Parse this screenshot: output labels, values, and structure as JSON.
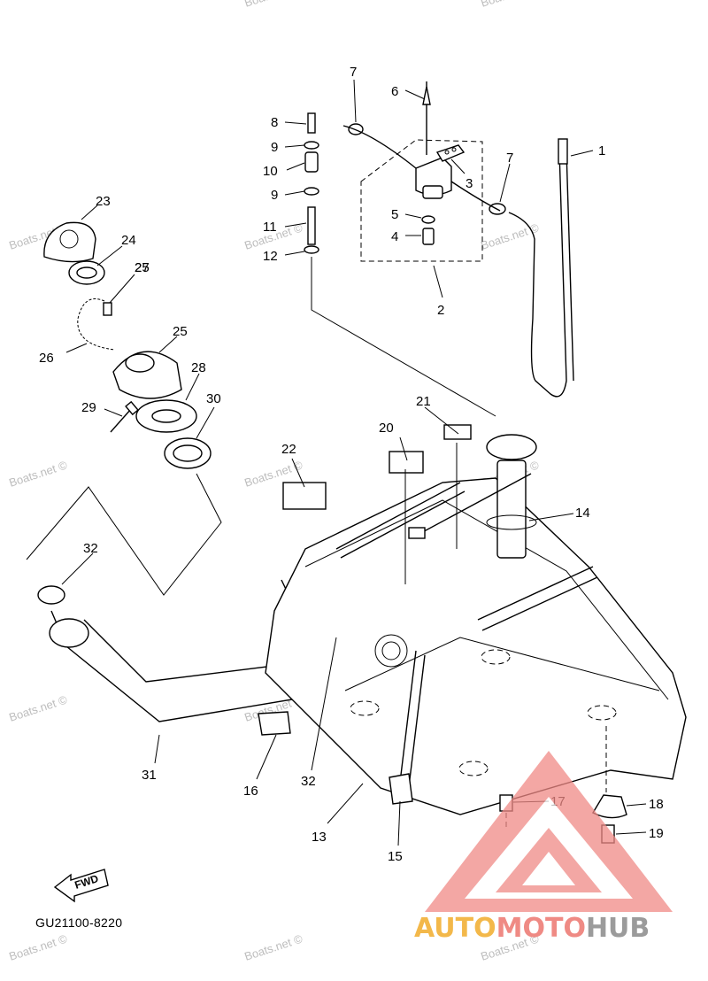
{
  "callouts": [
    {
      "id": "c1",
      "label": "1"
    },
    {
      "id": "c2",
      "label": "2"
    },
    {
      "id": "c3",
      "label": "3"
    },
    {
      "id": "c4",
      "label": "4"
    },
    {
      "id": "c5",
      "label": "5"
    },
    {
      "id": "c6",
      "label": "6"
    },
    {
      "id": "c7a",
      "label": "7"
    },
    {
      "id": "c7b",
      "label": "7"
    },
    {
      "id": "c8",
      "label": "8"
    },
    {
      "id": "c9a",
      "label": "9"
    },
    {
      "id": "c9b",
      "label": "9"
    },
    {
      "id": "c10",
      "label": "10"
    },
    {
      "id": "c11",
      "label": "11"
    },
    {
      "id": "c12",
      "label": "12"
    },
    {
      "id": "c13",
      "label": "13"
    },
    {
      "id": "c14",
      "label": "14"
    },
    {
      "id": "c15",
      "label": "15"
    },
    {
      "id": "c16",
      "label": "16"
    },
    {
      "id": "c17",
      "label": "17"
    },
    {
      "id": "c18",
      "label": "18"
    },
    {
      "id": "c19",
      "label": "19"
    },
    {
      "id": "c20",
      "label": "20"
    },
    {
      "id": "c21",
      "label": "21"
    },
    {
      "id": "c22",
      "label": "22"
    },
    {
      "id": "c23",
      "label": "23"
    },
    {
      "id": "c24",
      "label": "24"
    },
    {
      "id": "c25",
      "label": "25"
    },
    {
      "id": "c26",
      "label": "26"
    },
    {
      "id": "c27",
      "label": "27"
    },
    {
      "id": "c28",
      "label": "28"
    },
    {
      "id": "c29",
      "label": "29"
    },
    {
      "id": "c30",
      "label": "30"
    },
    {
      "id": "c31",
      "label": "31"
    },
    {
      "id": "c32a",
      "label": "32"
    },
    {
      "id": "c32b",
      "label": "32"
    }
  ],
  "diagram_code": "GU21100-8220",
  "direction_arrow": "FWD",
  "watermark": "Boats.net ©",
  "brand": {
    "part1": "AUTO",
    "part2": "MOTO",
    "part3": "HUB",
    "colors": {
      "auto": "#f3b84a",
      "moto": "#ef8a84",
      "hub": "#9b9b9b",
      "triangle": "#f08a86"
    }
  }
}
